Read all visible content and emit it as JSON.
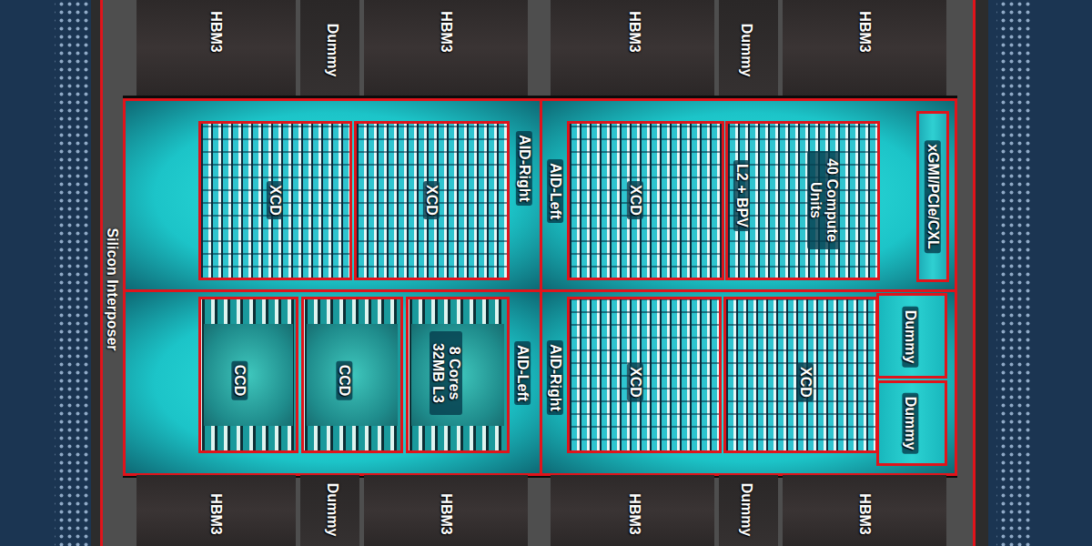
{
  "diagram": {
    "nodes": [
      {
        "text": [
          "Silicon Interposer"
        ]
      },
      {
        "text": [
          "HBM3"
        ],
        "in": 0
      },
      {
        "text": [
          "Dummy"
        ],
        "in": 0
      },
      {
        "text": [
          "HBM3"
        ],
        "in": 0
      },
      {
        "text": [
          "HBM3"
        ],
        "in": 0
      },
      {
        "text": [
          "Dummy"
        ],
        "in": 0
      },
      {
        "text": [
          "HBM3"
        ],
        "in": 0
      },
      {
        "text": [
          "AID-Right"
        ],
        "in": 0
      },
      {
        "text": [
          "XCD"
        ],
        "in": 7
      },
      {
        "text": [
          "XCD"
        ],
        "in": 7
      },
      {
        "text": [
          "AID-Left"
        ],
        "in": 0
      },
      {
        "text": [
          "XCD"
        ],
        "in": 10
      },
      {
        "text": [
          "L2 + BPV",
          "40 Compute Units"
        ],
        "in": 10
      },
      {
        "text": [
          "xGMI/PCIe/CXL"
        ],
        "in": 10
      },
      {
        "text": [
          "AID-Left"
        ],
        "in": 0
      },
      {
        "text": [
          "CCD"
        ],
        "in": 14
      },
      {
        "text": [
          "CCD"
        ],
        "in": 14
      },
      {
        "text": [
          "8 Cores 32MB L3"
        ],
        "in": 14
      },
      {
        "text": [
          "AID-Right"
        ],
        "in": 0
      },
      {
        "text": [
          "XCD"
        ],
        "in": 18
      },
      {
        "text": [
          "XCD"
        ],
        "in": 18
      },
      {
        "text": [
          "Dummy"
        ],
        "in": 18
      },
      {
        "text": [
          "Dummy"
        ],
        "in": 18
      },
      {
        "text": [
          "HBM3"
        ],
        "in": 0
      },
      {
        "text": [
          "Dummy"
        ],
        "in": 0
      },
      {
        "text": [
          "HBM3"
        ],
        "in": 0
      },
      {
        "text": [
          "HBM3"
        ],
        "in": 0
      },
      {
        "text": [
          "Dummy"
        ],
        "in": 0
      },
      {
        "text": [
          "HBM3"
        ],
        "in": 0
      }
    ]
  }
}
